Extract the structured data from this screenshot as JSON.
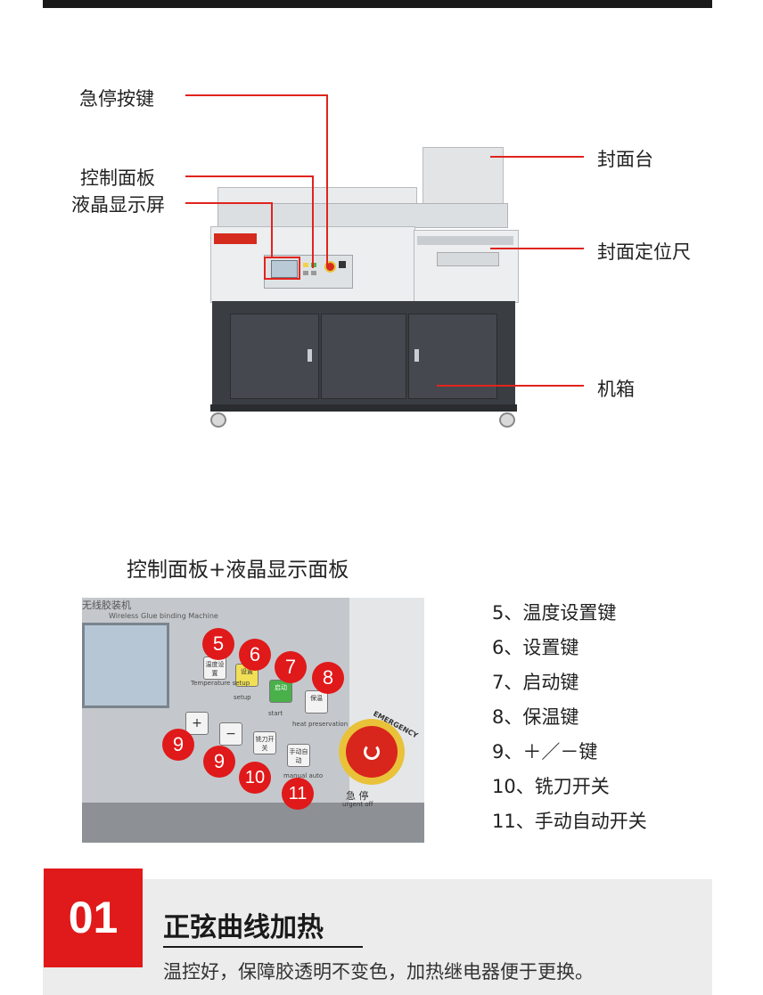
{
  "callouts": {
    "emergency_stop": "急停按键",
    "control_panel": "控制面板",
    "lcd_screen": "液晶显示屏",
    "cover_table": "封面台",
    "cover_ruler": "封面定位尺",
    "cabinet": "机箱"
  },
  "panel_section": {
    "title": "控制面板+液晶显示面板",
    "photo_header": "无线胶装机",
    "photo_header_en": "Wireless Glue binding Machine",
    "badges": [
      "5",
      "6",
      "7",
      "8",
      "9",
      "9",
      "10",
      "11"
    ],
    "keys": {
      "temp": "温度设置",
      "setup": "设置",
      "start": "启动",
      "heat": "保温",
      "plus": "+",
      "minus": "−",
      "milling": "铣刀开关",
      "manual": "手动自动"
    },
    "key_captions": {
      "temp": "Temperature setup",
      "setup": "setup",
      "start": "start",
      "heat": "heat preservation",
      "manual": "manual auto",
      "stop_cn": "急 停",
      "stop_en": "urgent off",
      "emergency": "EMERGENCY"
    }
  },
  "key_list": [
    "5、温度设置键",
    "6、设置键",
    "7、启动键",
    "8、保温键",
    "9、＋／－键",
    "10、铣刀开关",
    "11、手动自动开关"
  ],
  "feature": {
    "number": "01",
    "title": "正弦曲线加热",
    "description": "温控好，保障胶透明不变色，加热继电器便于更换。"
  },
  "colors": {
    "accent": "#e0191a",
    "callout_line": "#e0241d",
    "cabinet": "#3a3d42"
  }
}
